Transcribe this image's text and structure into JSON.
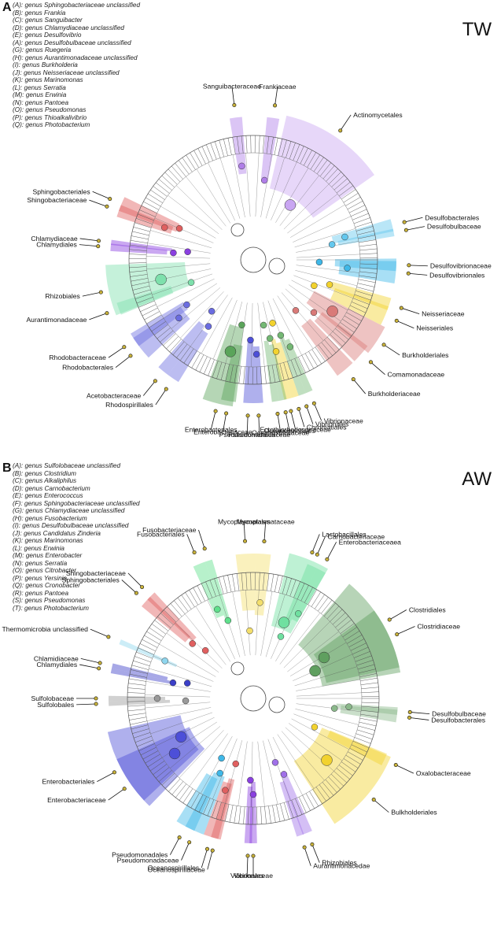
{
  "panels": [
    {
      "letter": "A",
      "code": "TW",
      "legend": [
        "(A): genus Sphingobacteriaceae unclassified",
        "(B): genus Frankia",
        "(C): genus Sanguibacter",
        "(D): genus Chlamydiaceae unclassified",
        "(E): genus Desulfovibrio",
        "(A): genus Desulfobulbaceae unclassified",
        "(G): genus Ruegeria",
        "(H): genus Aurantimonadaceae unclassified",
        "(I): genus Burkholderia",
        "(J): genus Neisseriaceae unclassified",
        "(K): genus Marinomonas",
        "(L): genus Serratia",
        "(M): genus Erwinia",
        "(N): genus Pantoea",
        "(O): genus Pseudomonas",
        "(P): genus Thioalkalivibrio",
        "(Q): genus Photobacterium"
      ],
      "clades": [
        {
          "name": "Sanguibacteraceae",
          "color": "#b07ee8",
          "angle": -97,
          "span": 5
        },
        {
          "name": "Frankiaceae",
          "color": "#b07ee8",
          "angle": -82,
          "span": 5
        },
        {
          "name": "Actinomycetales",
          "color": "#c9a6f2",
          "angle": -56,
          "span": 42
        },
        {
          "name": "Desulfobacterales",
          "color": "#64c8ee",
          "angle": -14,
          "span": 5
        },
        {
          "name": "Desulfobulbaceae",
          "color": "#64c8ee",
          "angle": -11,
          "span": 3
        },
        {
          "name": "Desulfovibrionaceae",
          "color": "#3fb8e8",
          "angle": 2,
          "span": 5
        },
        {
          "name": "Desulfovibrionales",
          "color": "#3fb8e8",
          "angle": 5,
          "span": 9
        },
        {
          "name": "Neisseriaceae",
          "color": "#f2d22e",
          "angle": 18,
          "span": 5
        },
        {
          "name": "Neisseriales",
          "color": "#f2d22e",
          "angle": 23,
          "span": 8
        },
        {
          "name": "Burkholderiales",
          "color": "#d97a78",
          "angle": 33,
          "span": 12
        },
        {
          "name": "Comamonadaceae",
          "color": "#d97a78",
          "angle": 41,
          "span": 8
        },
        {
          "name": "Burkholderiaceae",
          "color": "#d97a78",
          "angle": 50,
          "span": 8
        },
        {
          "name": "Vibrionaceae",
          "color": "#74b874",
          "angle": 67,
          "span": 3
        },
        {
          "name": "Vibrionales",
          "color": "#74b874",
          "angle": 70,
          "span": 3
        },
        {
          "name": "Chromatiales",
          "color": "#f2d22e",
          "angle": 73,
          "span": 3
        },
        {
          "name": "Ectothiorhodospiraceae",
          "color": "#f2d22e",
          "angle": 76,
          "span": 3
        },
        {
          "name": "Oceanospirillales",
          "color": "#74b874",
          "angle": 78,
          "span": 3
        },
        {
          "name": "Oceanospirillaceae",
          "color": "#74b874",
          "angle": 81,
          "span": 3
        },
        {
          "name": "Pseudomonadaceae",
          "color": "#4d4fd8",
          "angle": 88,
          "span": 4
        },
        {
          "name": "Pseudomonadales",
          "color": "#4d4fd8",
          "angle": 92,
          "span": 4
        },
        {
          "name": "Enterobacteriaceae",
          "color": "#5aa45a",
          "angle": 100,
          "span": 6
        },
        {
          "name": "Enterobacteriales",
          "color": "#5aa45a",
          "angle": 104,
          "span": 12
        },
        {
          "name": "Rhodospirillales",
          "color": "#6a6ce0",
          "angle": 124,
          "span": 5
        },
        {
          "name": "Acetobacteraceae",
          "color": "#6a6ce0",
          "angle": 129,
          "span": 5
        },
        {
          "name": "Rhodobacterales",
          "color": "#6a6ce0",
          "angle": 142,
          "span": 10
        },
        {
          "name": "Rhodobacteraceae",
          "color": "#6a6ce0",
          "angle": 146,
          "span": 6
        },
        {
          "name": "Aurantimonadaceae",
          "color": "#7ee0ac",
          "angle": 160,
          "span": 5
        },
        {
          "name": "Rhizobiales",
          "color": "#7ee0ac",
          "angle": 168,
          "span": 20
        },
        {
          "name": "Chlamydiales",
          "color": "#8a3fe0",
          "angle": 185,
          "span": 3
        },
        {
          "name": "Chlamydiaceae",
          "color": "#8a3fe0",
          "angle": 187,
          "span": 2
        },
        {
          "name": "Shingobacteriaceae",
          "color": "#e06060",
          "angle": 200,
          "span": 5
        },
        {
          "name": "Sphingobacteriales",
          "color": "#e06060",
          "angle": 203,
          "span": 6
        }
      ]
    },
    {
      "letter": "B",
      "code": "AW",
      "legend": [
        "(A): genus Sulfolobaceae unclassified",
        "(B): genus Clostridium",
        "(C): genus Alkaliphilus",
        "(D): genus Carnobacterium",
        "(E): genus Enterococcus",
        "(F): genus Sphingobacteriaceae unclassified",
        "(G): genus Chlamydiaceae unclassified",
        "(H): genus Fusobacterium",
        "(I): genus Desulfobulbaceae unclassified",
        "(J): genus Candidatus Zinderia",
        "(K): genus Marinomonas",
        "(L): genus Erwinia",
        "(M): genus Enterobacter",
        "(N): genus Serratia",
        "(O): genus Citrobacter",
        "(P): genus Yersinia",
        "(Q): genus Cronobacter",
        "(R): genus Pantoea",
        "(S): genus Pseudomonas",
        "(T): genus Photobacterium"
      ],
      "clades": [
        {
          "name": "Fusobacteriales",
          "color": "#5fe08c",
          "angle": -112,
          "span": 5
        },
        {
          "name": "Fusobacteriaceae",
          "color": "#5fe08c",
          "angle": -108,
          "span": 3
        },
        {
          "name": "Mycoplasmatales",
          "color": "#f4df6c",
          "angle": -93,
          "span": 8
        },
        {
          "name": "Mycoplasmataceae",
          "color": "#f4df6c",
          "angle": -86,
          "span": 6
        },
        {
          "name": "Lactobacillales",
          "color": "#6fe0a0",
          "angle": -68,
          "span": 16
        },
        {
          "name": "Carnobacteriaceae",
          "color": "#6fe0a0",
          "angle": -66,
          "span": 4
        },
        {
          "name": "Enterobacteriaceaea",
          "color": "#6fe0a0",
          "angle": -62,
          "span": 4
        },
        {
          "name": "Clostridiales",
          "color": "#5f9f5f",
          "angle": -30,
          "span": 40
        },
        {
          "name": "Clostridiaceae",
          "color": "#5f9f5f",
          "angle": -24,
          "span": 24
        },
        {
          "name": "Desulfobulbaceae",
          "color": "#8ab88a",
          "angle": 5,
          "span": 3
        },
        {
          "name": "Desulfobacterales",
          "color": "#8ab88a",
          "angle": 7,
          "span": 5
        },
        {
          "name": "Oxalobacteraceae",
          "color": "#f2d22e",
          "angle": 25,
          "span": 5
        },
        {
          "name": "Bulkholderiales",
          "color": "#f2d22e",
          "angle": 40,
          "span": 34
        },
        {
          "name": "Rhizobiales",
          "color": "#a070e8",
          "angle": 68,
          "span": 4
        },
        {
          "name": "Aurantimonacedae",
          "color": "#a070e8",
          "angle": 71,
          "span": 3
        },
        {
          "name": "Vibrionaceae",
          "color": "#8a3fe0",
          "angle": 90,
          "span": 3
        },
        {
          "name": "Vibrionales",
          "color": "#8a3fe0",
          "angle": 92,
          "span": 3
        },
        {
          "name": "Oceanospirillaceae",
          "color": "#e06060",
          "angle": 105,
          "span": 4
        },
        {
          "name": "Oceanospirillales",
          "color": "#e06060",
          "angle": 107,
          "span": 6
        },
        {
          "name": "Pseudomonadaceae",
          "color": "#3fb8e8",
          "angle": 114,
          "span": 8
        },
        {
          "name": "Pseudomonadales",
          "color": "#3fb8e8",
          "angle": 118,
          "span": 8
        },
        {
          "name": "Enterobacteriaceae",
          "color": "#4d4fd8",
          "angle": 145,
          "span": 22
        },
        {
          "name": "Enterobacteriales",
          "color": "#4d4fd8",
          "angle": 152,
          "span": 30
        },
        {
          "name": "Sulfolobales",
          "color": "#9a9a9a",
          "angle": 178,
          "span": 2
        },
        {
          "name": "Sulfolobaceae",
          "color": "#9a9a9a",
          "angle": 180,
          "span": 2
        },
        {
          "name": "Chlamydiales",
          "color": "#3b3fc8",
          "angle": 191,
          "span": 2
        },
        {
          "name": "Chlamidiaceae",
          "color": "#3b3fc8",
          "angle": 193,
          "span": 2
        },
        {
          "name": "Thermomicrobia unclassified",
          "color": "#8fd6ee",
          "angle": 203,
          "span": 2
        },
        {
          "name": "Sphingobacteriales",
          "color": "#e06060",
          "angle": 222,
          "span": 5
        },
        {
          "name": "Shingobacteriaceae",
          "color": "#e06060",
          "angle": 225,
          "span": 4
        }
      ]
    }
  ]
}
